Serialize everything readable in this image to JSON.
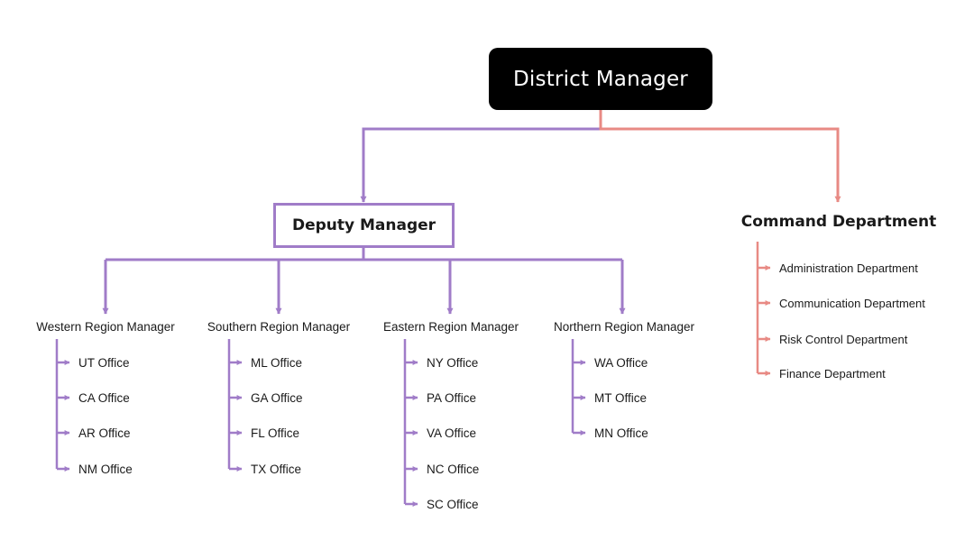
{
  "top": {
    "title": "District Manager"
  },
  "deputy": {
    "title": "Deputy Manager"
  },
  "command": {
    "title": "Command Department",
    "departments": [
      "Administration Department",
      "Communication Department",
      "Risk Control Department",
      "Finance Department"
    ]
  },
  "regions": [
    {
      "title": "Western Region Manager",
      "offices": [
        "UT Office",
        "CA Office",
        "AR Office",
        "NM Office"
      ]
    },
    {
      "title": "Southern Region Manager",
      "offices": [
        "ML Office",
        "GA Office",
        "FL Office",
        "TX Office"
      ]
    },
    {
      "title": "Eastern Region Manager",
      "offices": [
        "NY Office",
        "PA Office",
        "VA Office",
        "NC Office",
        "SC Office"
      ]
    },
    {
      "title": "Northern Region Manager",
      "offices": [
        "WA Office",
        "MT Office",
        "MN Office"
      ]
    }
  ],
  "colors": {
    "purple": "#a07cc8",
    "red": "#e88a84",
    "dark": "#000000"
  }
}
